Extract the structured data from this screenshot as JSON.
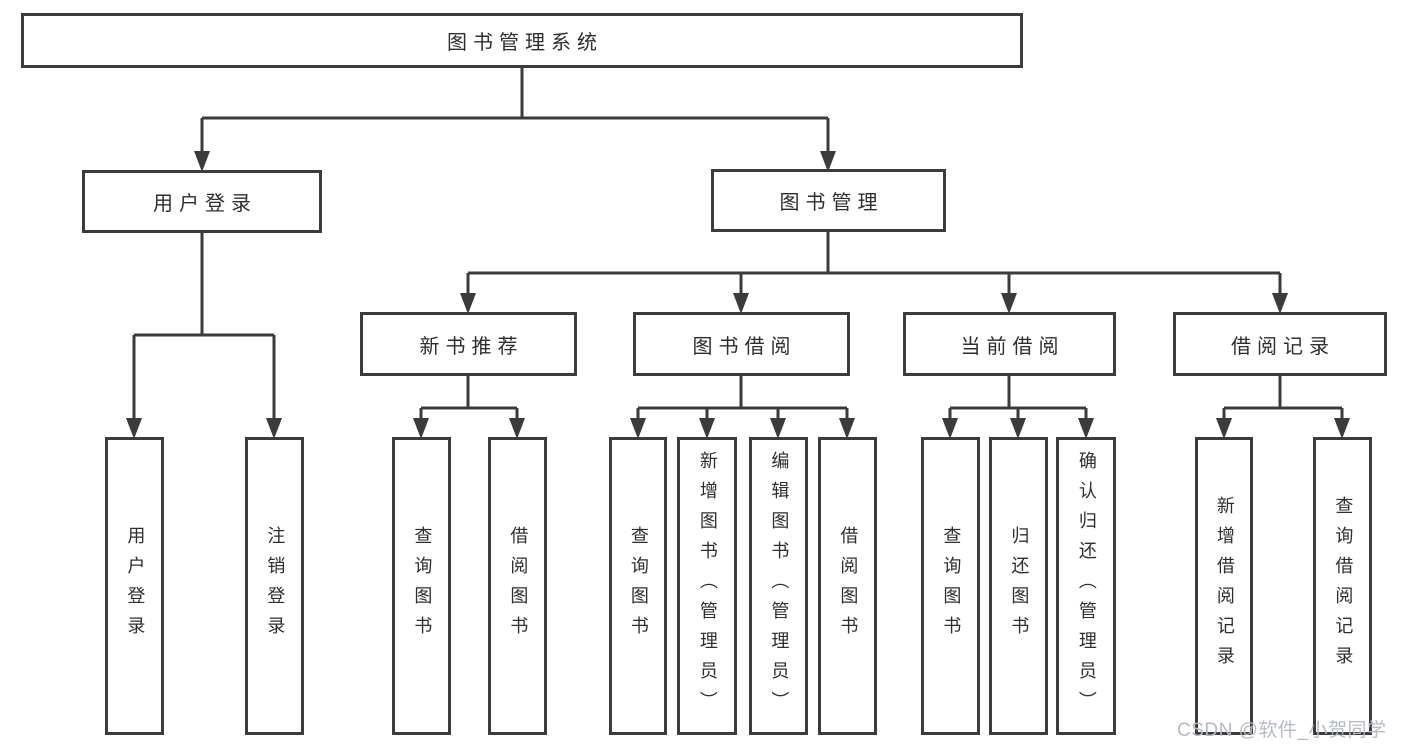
{
  "watermark": "CSDN @软件_小贺同学",
  "colors": {
    "line": "#3b3b3b",
    "box_border": "#3b3b3b",
    "text": "#2e2e2e",
    "background": "#ffffff",
    "watermark_text": "#b6bac1"
  },
  "tree": {
    "label": "图书管理系统",
    "children": [
      {
        "label": "用户登录",
        "children": [
          {
            "label": "用户登录"
          },
          {
            "label": "注销登录"
          }
        ]
      },
      {
        "label": "图书管理",
        "children": [
          {
            "label": "新书推荐",
            "children": [
              {
                "label": "查询图书"
              },
              {
                "label": "借阅图书"
              }
            ]
          },
          {
            "label": "图书借阅",
            "children": [
              {
                "label": "查询图书"
              },
              {
                "label": "新增图书（管理员）"
              },
              {
                "label": "编辑图书（管理员）"
              },
              {
                "label": "借阅图书"
              }
            ]
          },
          {
            "label": "当前借阅",
            "children": [
              {
                "label": "查询图书"
              },
              {
                "label": "归还图书"
              },
              {
                "label": "确认归还（管理员）"
              }
            ]
          },
          {
            "label": "借阅记录",
            "children": [
              {
                "label": "新增借阅记录"
              },
              {
                "label": "查询借阅记录"
              }
            ]
          }
        ]
      }
    ]
  }
}
